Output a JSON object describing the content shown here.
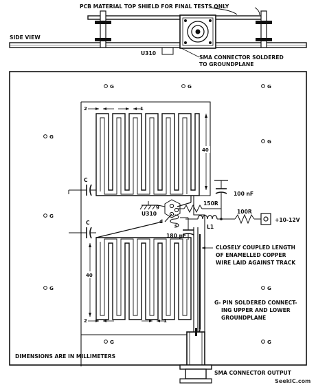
{
  "title_side": "PCB MATERIAL TOP SHIELD FOR FINAL TESTS ONLY",
  "side_view": "SIDE VIEW",
  "u310_side": "U310",
  "sma_note_1": "SMA CONNECTOR SOLDERED",
  "sma_note_2": "TO GROUNDPLANE",
  "pin_letter": "G",
  "dim_2": "2",
  "dim_1": "1",
  "dim_40": "40",
  "cap_c": "C",
  "cap_100nf": "100 nF",
  "res_150r": "150R",
  "res_100r": "100R",
  "inductor_l1": "L1",
  "supply": "+10-12V",
  "u310_top": "U310",
  "pin_g": "g",
  "pin_d": "d",
  "pin_s": "s",
  "cap_180pf": "180 pF",
  "note_wire_1": "CLOSELY COUPLED LENGTH",
  "note_wire_2": "OF ENAMELLED COPPER",
  "note_wire_3": "WIRE LAID AGAINST TRACK",
  "note_g_1": "G- PIN SOLDERED CONNECT-",
  "note_g_2": "ING UPPER AND LOWER",
  "note_g_3": "GROUNDPLANE",
  "dimensions_note": "DIMENSIONS ARE IN MILLIMETERS",
  "sma_output": "SMA CONNECTOR OUTPUT",
  "watermark": "SeekIC.com"
}
